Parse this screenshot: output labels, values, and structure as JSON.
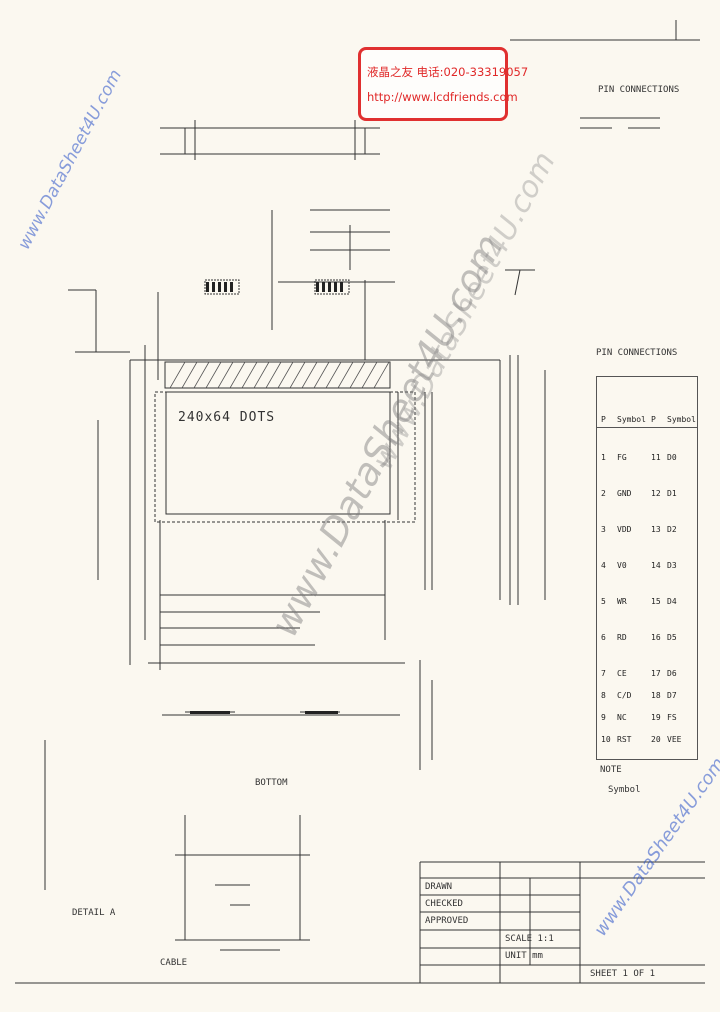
{
  "watermarks": {
    "left_edge": "www.DataSheet4U.com",
    "center_diagonal": "www.DataSheet4U.com",
    "right_bottom": "www.DataSheet4U.com",
    "mid_diagonal": "www.DataSheet4U.com"
  },
  "stamp": {
    "line1": "液晶之友 电话:020-33319057",
    "line2": "http://www.lcdfriends.com",
    "color": "#e02828"
  },
  "drawing": {
    "lcd_label": "240x64 DOTS",
    "pin_heading": "PIN CONNECTIONS",
    "table_heading": "PIN CONNECTIONS",
    "note_label": "NOTE",
    "symbol_label": "Symbol",
    "detail_label": "DETAIL A",
    "cable_label": "CABLE",
    "bottom_view_label": "BOTTOM"
  },
  "pin_table": {
    "headers": [
      "P",
      "Symbol",
      "P",
      "Symbol"
    ],
    "rows": [
      [
        "1",
        "FG",
        "11",
        "D0"
      ],
      [
        "2",
        "GND",
        "12",
        "D1"
      ],
      [
        "3",
        "VDD",
        "13",
        "D2"
      ],
      [
        "4",
        "V0",
        "14",
        "D3"
      ],
      [
        "5",
        "WR",
        "15",
        "D4"
      ],
      [
        "6",
        "RD",
        "16",
        "D5"
      ],
      [
        "7",
        "CE",
        "17",
        "D6"
      ],
      [
        "8",
        "C/D",
        "18",
        "D7"
      ],
      [
        "9",
        "NC",
        "19",
        "FS"
      ],
      [
        "10",
        "RST",
        "20",
        "VEE"
      ]
    ]
  },
  "title_block": {
    "drawn": "DRAWN",
    "checked": "CHECKED",
    "approved": "APPROVED",
    "scale": "SCALE 1:1",
    "unit": "UNIT mm",
    "sheet": "SHEET 1 OF 1"
  }
}
